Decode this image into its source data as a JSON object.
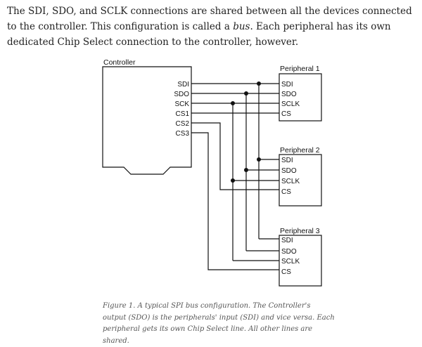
{
  "intro": {
    "part1": "The SDI, SDO, and SCLK connections are shared between all the devices connected to the controller. This configuration is called a ",
    "emphasis": "bus",
    "part2": ". Each peripheral has its own dedicated Chip Select connection to the controller, however."
  },
  "diagram": {
    "controller": {
      "title": "Controller",
      "pins": [
        "SDI",
        "SDO",
        "SCK",
        "CS1",
        "CS2",
        "CS3"
      ]
    },
    "peripherals": [
      {
        "title": "Peripheral 1",
        "pins": [
          "SDI",
          "SDO",
          "SCLK",
          "CS"
        ]
      },
      {
        "title": "Peripheral 2",
        "pins": [
          "SDI",
          "SDO",
          "SCLK",
          "CS"
        ]
      },
      {
        "title": "Peripheral 3",
        "pins": [
          "SDI",
          "SDO",
          "SCLK",
          "CS"
        ]
      }
    ]
  },
  "caption": "Figure 1. A typical SPI bus configuration. The Controller's output (SDO) is the peripherals' input (SDI) and vice versa. Each peripheral gets its own Chip Select line. All other lines are shared."
}
